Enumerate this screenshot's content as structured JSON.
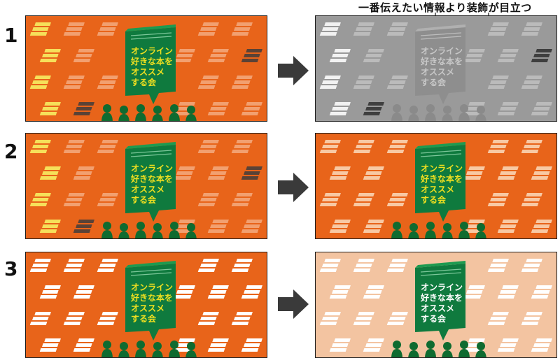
{
  "callout": {
    "text": "一番伝えたい情報より装飾が目立つ"
  },
  "book": {
    "lines": [
      "オンライン",
      "好きな本を",
      "オススメ",
      "する会"
    ]
  },
  "colors": {
    "orange": "#e8641a",
    "light_orange": "#f3c4a1",
    "gray": "#9a9a9a",
    "book_green": "#0f7a3e",
    "book_text_yellow": "#f0e020",
    "book_text_white": "#ffffff",
    "people_green": "#0f6b30",
    "arrow": "#3a3a3a"
  },
  "rows": [
    {
      "number": "1",
      "left": {
        "bg": "orange",
        "icon_color": "#f2a070",
        "accents": true,
        "book_text": "yellow",
        "fade": false
      },
      "right": {
        "bg": "gray",
        "icon_color": "#bbbbbb",
        "accents_gray": true,
        "book_text": "white",
        "fade": true
      }
    },
    {
      "number": "2",
      "left": {
        "bg": "orange",
        "icon_color": "#f2a070",
        "accents": true,
        "book_text": "yellow",
        "fade": false
      },
      "right": {
        "bg": "orange",
        "icon_color": "#f8c9a4",
        "accents": false,
        "book_text": "yellow",
        "fade": false
      }
    },
    {
      "number": "3",
      "left": {
        "bg": "orange",
        "icon_color": "#ffffff",
        "accents": false,
        "book_text": "yellow",
        "fade": false
      },
      "right": {
        "bg": "light_orange",
        "icon_color": "#ffffff",
        "accents": false,
        "book_text": "white",
        "fade": false
      }
    }
  ]
}
